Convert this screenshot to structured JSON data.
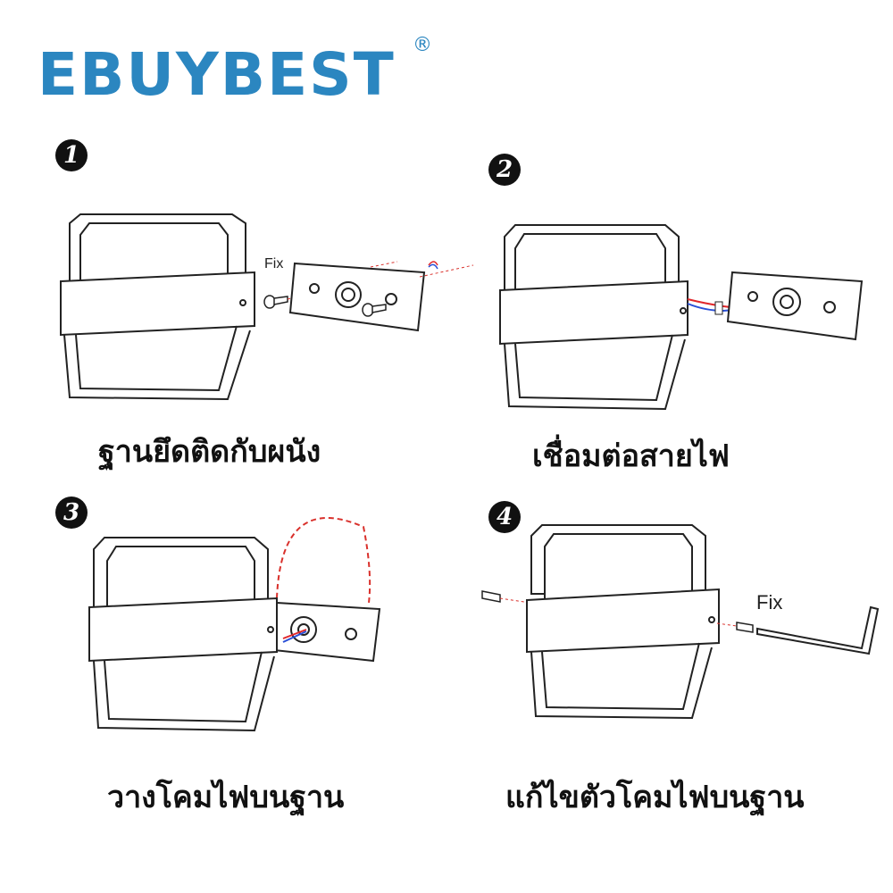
{
  "brand": {
    "name": "EBUYBEST",
    "registered": "®",
    "color": "#2b86c0"
  },
  "steps": [
    {
      "number": "1",
      "caption": "ฐานยึดติดกับผนัง",
      "fix_label": "Fix"
    },
    {
      "number": "2",
      "caption": "เชื่อมต่อสายไฟ"
    },
    {
      "number": "3",
      "caption": "วางโคมไฟบนฐาน"
    },
    {
      "number": "4",
      "caption": "แก้ไขตัวโคมไฟบนฐาน",
      "fix_label": "Fix"
    }
  ],
  "colors": {
    "line": "#222222",
    "dashed_guide": "#d9302b",
    "wire_red": "#e0262a",
    "wire_blue": "#2a4fd6"
  },
  "icons": [
    "lamp-icon",
    "mounting-plate-icon",
    "screw-icon",
    "set-screw-icon",
    "allen-key-icon",
    "wire-icon"
  ]
}
